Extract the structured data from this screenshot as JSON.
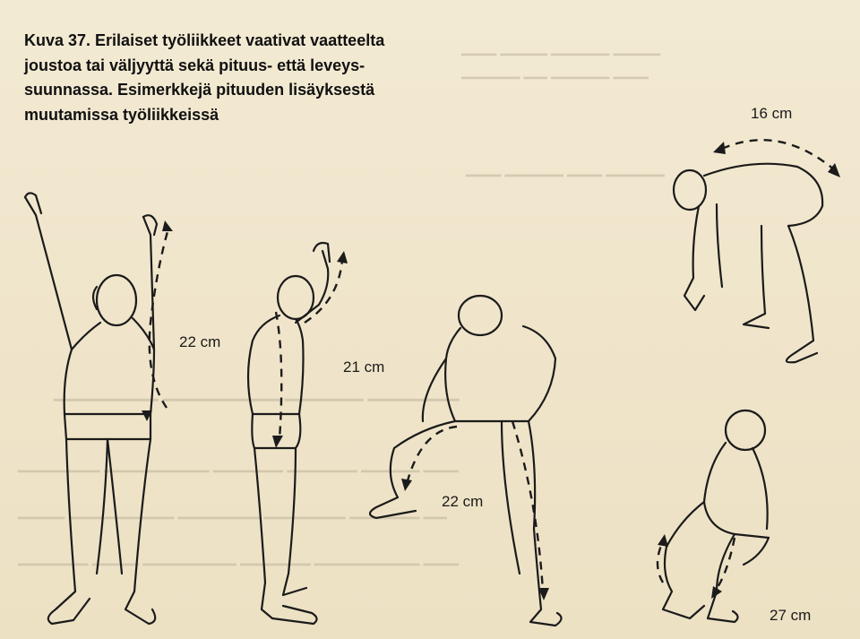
{
  "caption": {
    "lines": [
      "Kuva 37. Erilaiset työliikkeet vaativat vaatteelta",
      "joustoa tai väljyyttä sekä pituus- että leveys-",
      "suunnassa. Esimerkkejä pituuden lisäyksestä",
      "muutamissa työliikkeissä"
    ]
  },
  "measurements": {
    "reach_up": "22 cm",
    "raise_arm": "21 cm",
    "step_up": "22 cm",
    "bend_forward": "16 cm",
    "squat": "27 cm"
  }
}
